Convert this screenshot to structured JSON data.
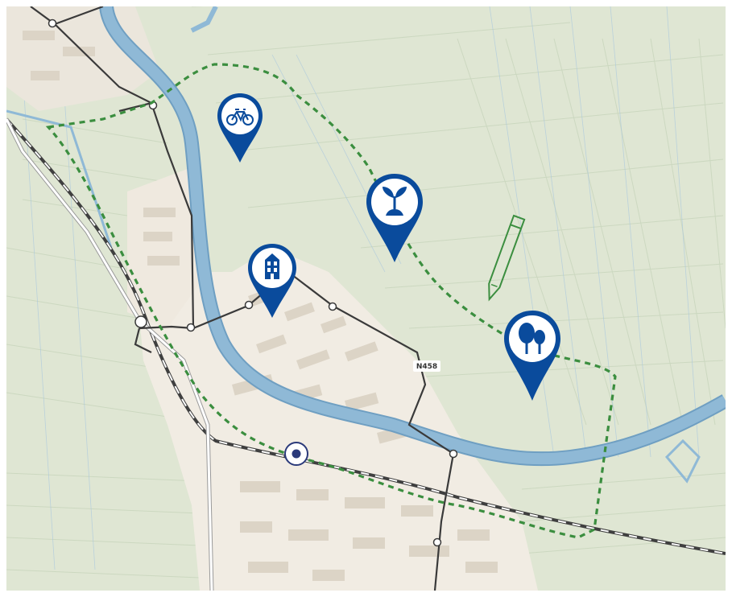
{
  "map": {
    "road_label": "N458",
    "colors": {
      "polder": "#dfe6d3",
      "town": "#f1ece3",
      "building": "#ddd5c8",
      "river": "#8fb9d6",
      "river_edge": "#6f9fc2",
      "road_dark": "#3a3a3a",
      "rail": "#3f3f3f",
      "trail_green": "#3b8e3f",
      "marker_blue": "#0a4b9c",
      "ditch": "#cdd9c2"
    },
    "markers": [
      {
        "kind": "bicycle",
        "icon": "bicycle-icon"
      },
      {
        "kind": "plant",
        "icon": "sprout-icon"
      },
      {
        "kind": "building",
        "icon": "building-icon"
      },
      {
        "kind": "trees",
        "icon": "trees-icon"
      }
    ],
    "current_location_icon": "location-dot-icon",
    "pencil_icon": "pencil-icon"
  }
}
